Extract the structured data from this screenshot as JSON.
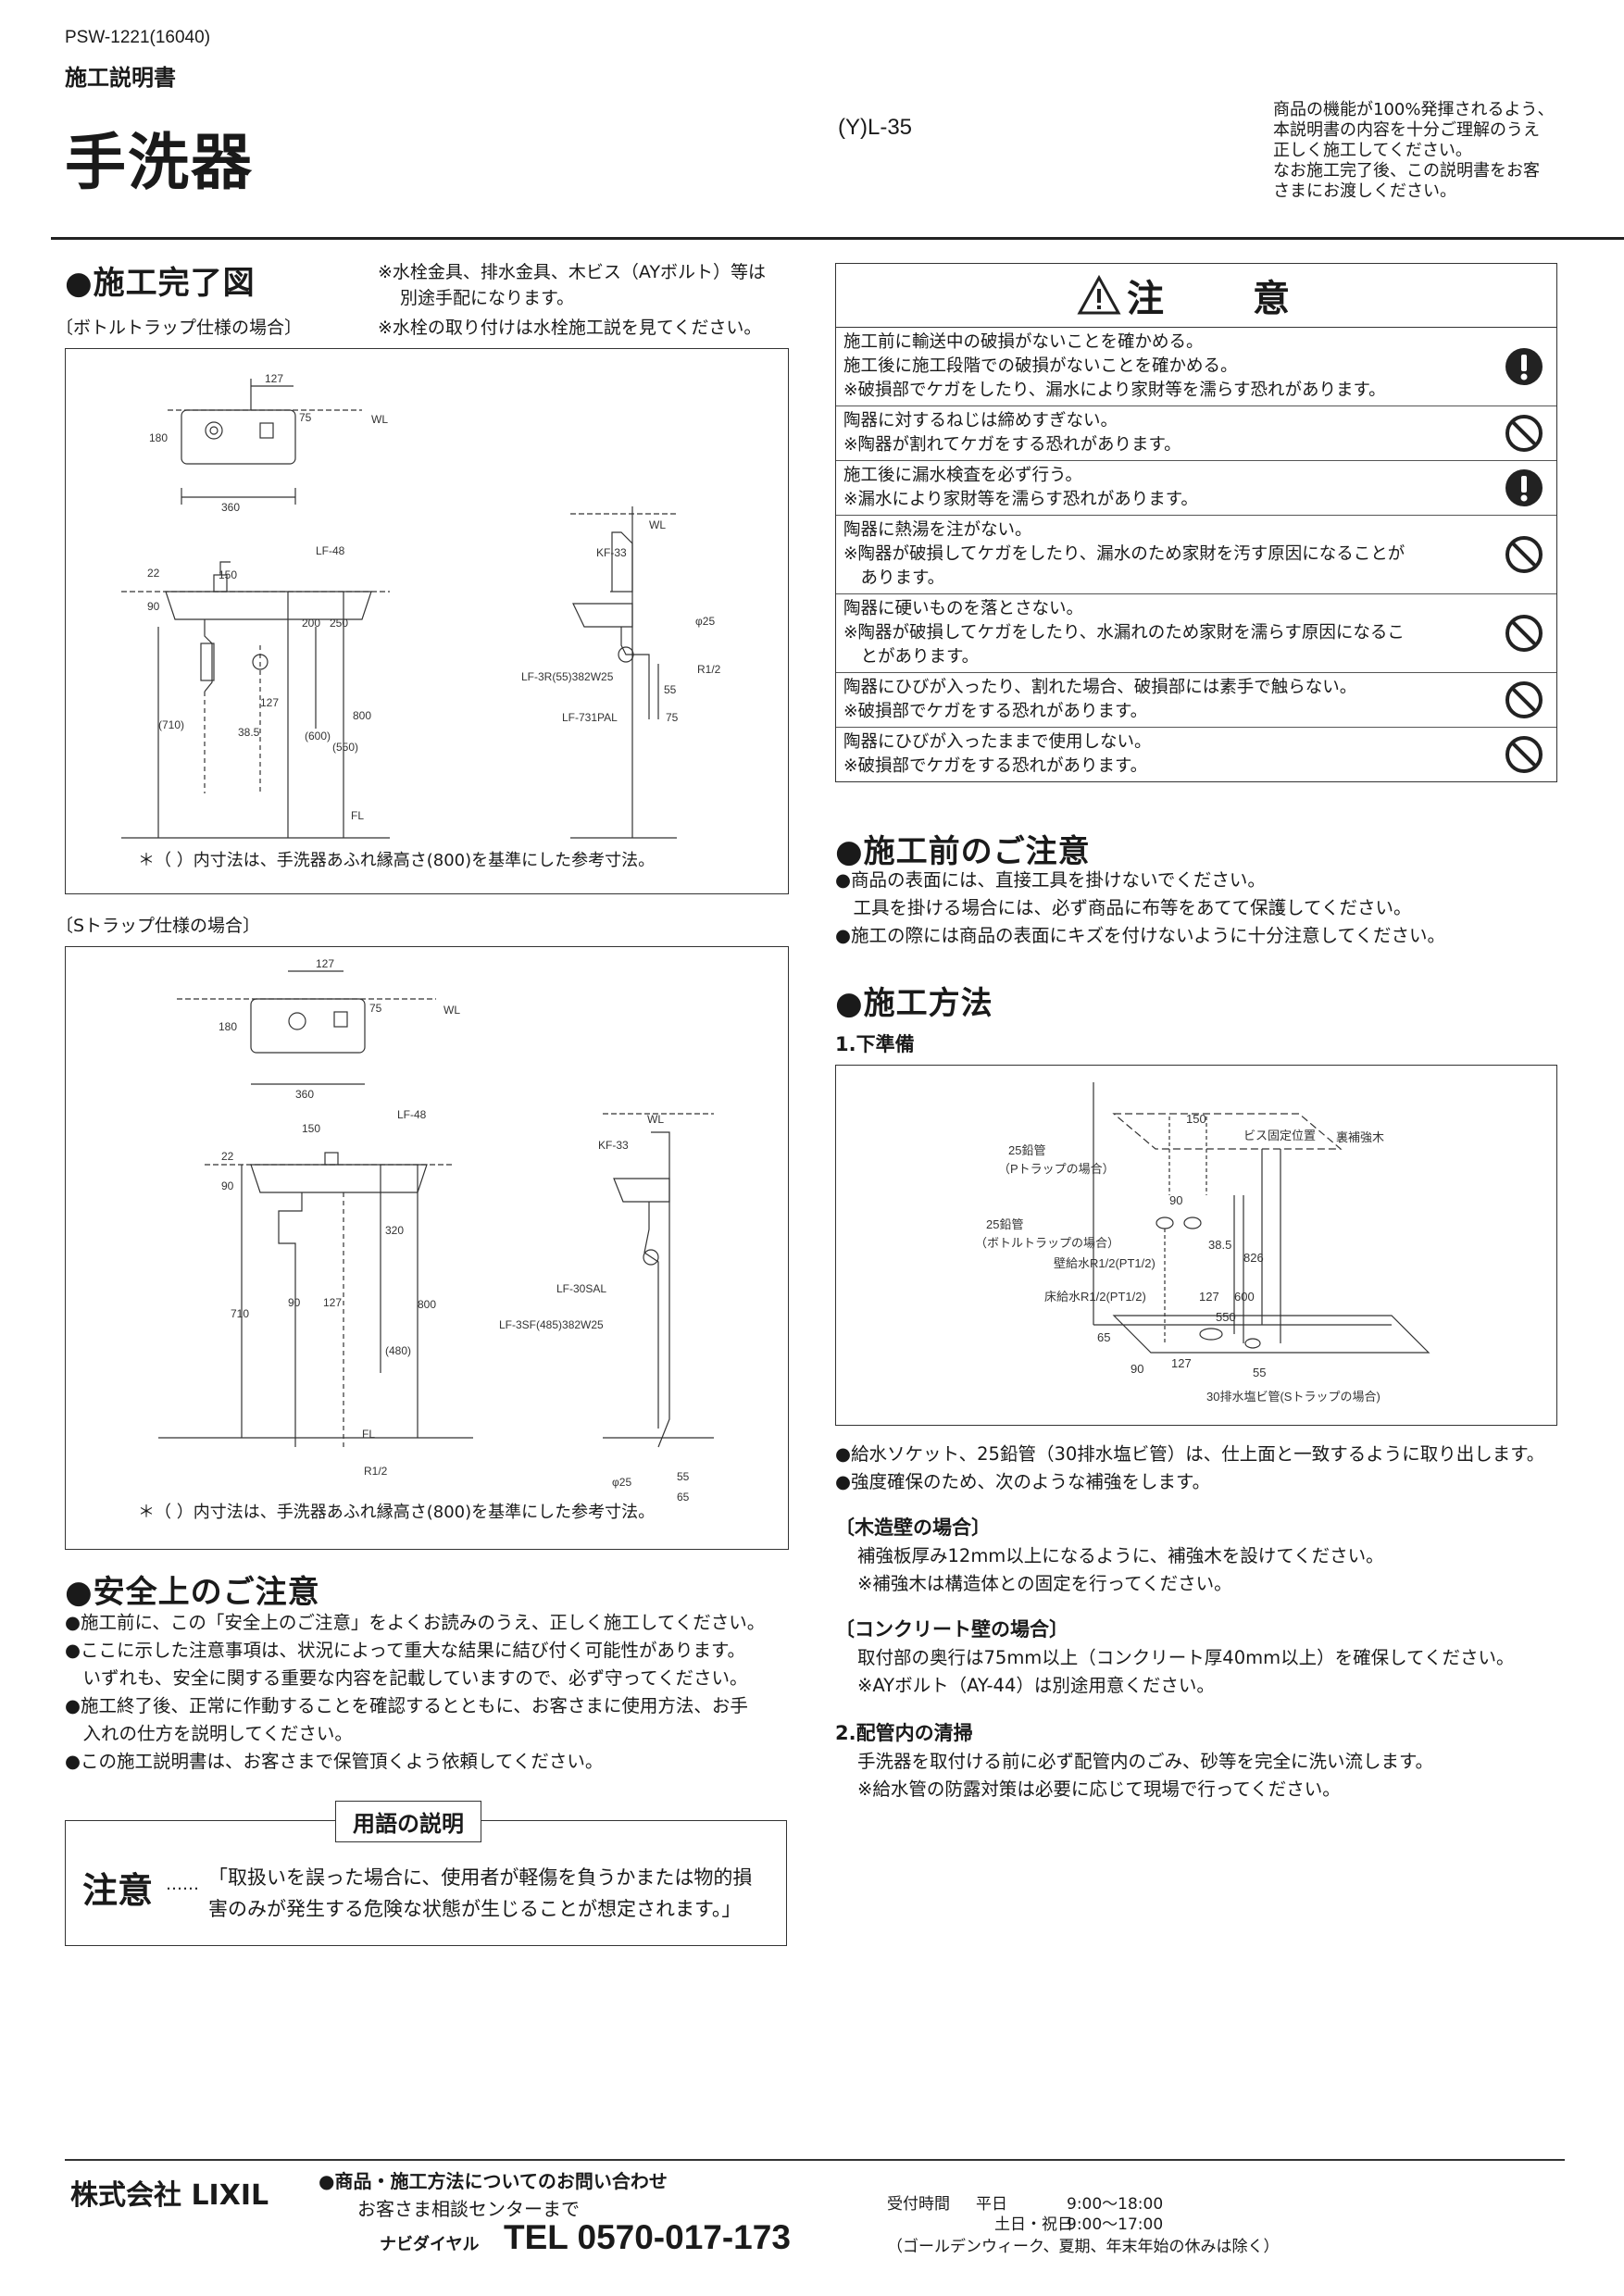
{
  "header": {
    "doc_number": "PSW-1221(16040)",
    "doc_type": "施工説明書",
    "title": "手洗器",
    "model": "(Y)L-35",
    "intro_lines": [
      "商品の機能が100%発揮されるよう、",
      "本説明書の内容を十分ご理解のうえ",
      "正しく施工してください。",
      "なお施工完了後、この説明書をお客",
      "さまにお渡しください。"
    ]
  },
  "completion": {
    "title": "●施工完了図",
    "note1": "※水栓金具、排水金具、木ビス（AYボルト）等は",
    "note1b": "別途手配になります。",
    "note2": "※水栓の取り付けは水栓施工説を見てください。",
    "case1_label": "〔ボトルトラップ仕様の場合〕",
    "case2_label": "〔Sトラップ仕様の場合〕",
    "fig_caption": "＊（ ）内寸法は、手洗器あふれ縁高さ(800)を基準にした参考寸法。",
    "fig1": {
      "dims": [
        "127",
        "75",
        "180",
        "WL",
        "360",
        "LF-48",
        "150",
        "22",
        "90",
        "200",
        "250",
        "800",
        "(710)",
        "127",
        "38.5",
        "(600)",
        "(550)",
        "FL",
        "WL",
        "KF-33",
        "φ25",
        "R1/2",
        "LF-3R(55)382W25",
        "55",
        "75",
        "LF-731PAL"
      ]
    },
    "fig2": {
      "dims": [
        "127",
        "75",
        "180",
        "WL",
        "360",
        "LF-48",
        "150",
        "22",
        "90",
        "320",
        "800",
        "710",
        "90",
        "127",
        "(480)",
        "R1/2",
        "FL",
        "WL",
        "KF-33",
        "LF-30SAL",
        "LF-3SF(485)382W25",
        "φ25",
        "55",
        "65"
      ]
    }
  },
  "caution": {
    "title": "注　意",
    "rows": [
      {
        "lines": [
          "施工前に輸送中の破損がないことを確かめる。",
          "施工後に施工段階での破損がないことを確かめる。",
          "※破損部でケガをしたり、漏水により家財等を濡らす恐れがあります。"
        ],
        "icon": "mandatory-icon"
      },
      {
        "lines": [
          "陶器に対するねじは締めすぎない。",
          "※陶器が割れてケガをする恐れがあります。"
        ],
        "icon": "prohibited-icon"
      },
      {
        "lines": [
          "施工後に漏水検査を必ず行う。",
          "※漏水により家財等を濡らす恐れがあります。"
        ],
        "icon": "mandatory-icon"
      },
      {
        "lines": [
          "陶器に熱湯を注がない。",
          "※陶器が破損してケガをしたり、漏水のため家財を汚す原因になることが",
          "　あります。"
        ],
        "icon": "prohibited-icon"
      },
      {
        "lines": [
          "陶器に硬いものを落とさない。",
          "※陶器が破損してケガをしたり、水漏れのため家財を濡らす原因になるこ",
          "　とがあります。"
        ],
        "icon": "prohibited-icon"
      },
      {
        "lines": [
          "陶器にひびが入ったり、割れた場合、破損部には素手で触らない。",
          "※破損部でケガをする恐れがあります。"
        ],
        "icon": "prohibited-icon"
      },
      {
        "lines": [
          "陶器にひびが入ったままで使用しない。",
          "※破損部でケガをする恐れがあります。"
        ],
        "icon": "prohibited-icon"
      }
    ]
  },
  "before": {
    "title": "●施工前のご注意",
    "lines": [
      "●商品の表面には、直接工具を掛けないでください。",
      "　工具を掛ける場合には、必ず商品に布等をあてて保護してください。",
      "●施工の際には商品の表面にキズを付けないように十分注意してください。"
    ]
  },
  "method": {
    "title": "●施工方法",
    "step1": "1.下準備",
    "fig3": {
      "labels": [
        "150",
        "ビス固定位置",
        "裏補強木",
        "25鉛管",
        "（Pトラップの場合）",
        "90",
        "25鉛管",
        "（ボトルトラップの場合）",
        "38.5",
        "826",
        "壁給水R1/2(PT1/2)",
        "127",
        "600",
        "床給水R1/2(PT1/2)",
        "550",
        "65",
        "90",
        "127",
        "55",
        "30排水塩ビ管(Sトラップの場合)"
      ]
    },
    "after_fig": [
      "●給水ソケット、25鉛管（30排水塩ビ管）は、仕上面と一致するように取り出します。",
      "●強度確保のため、次のような補強をします。"
    ],
    "wood_title": "〔木造壁の場合〕",
    "wood_lines": [
      "補強板厚み12mm以上になるように、補強木を設けてください。",
      "※補強木は構造体との固定を行ってください。"
    ],
    "concrete_title": "〔コンクリート壁の場合〕",
    "concrete_lines": [
      "取付部の奥行は75mm以上（コンクリート厚40mm以上）を確保してください。",
      "※AYボルト（AY-44）は別途用意ください。"
    ],
    "step2": "2.配管内の清掃",
    "step2_lines": [
      "手洗器を取付ける前に必ず配管内のごみ、砂等を完全に洗い流します。",
      "※給水管の防露対策は必要に応じて現場で行ってください。"
    ]
  },
  "safety": {
    "title": "●安全上のご注意",
    "lines": [
      "●施工前に、この「安全上のご注意」をよくお読みのうえ、正しく施工してください。",
      "●ここに示した注意事項は、状況によって重大な結果に結び付く可能性があります。",
      "　いずれも、安全に関する重要な内容を記載していますので、必ず守ってください。",
      "●施工終了後、正常に作動することを確認するとともに、お客さまに使用方法、お手",
      "　入れの仕方を説明してください。",
      "●この施工説明書は、お客さまで保管頂くよう依頼してください。"
    ]
  },
  "glossary": {
    "label": "用語の説明",
    "term": "注意",
    "dots": "……",
    "def1": "「取扱いを誤った場合に、使用者が軽傷を負うかまたは物的損",
    "def2": "害のみが発生する危険な状態が生じることが想定されます。」"
  },
  "footer": {
    "company": "株式会社 LIXIL",
    "contact_title": "●商品・施工方法についてのお問い合わせ",
    "center": "お客さま相談センターまで",
    "navi": "ナビダイヤル",
    "tel": "TEL 0570-017-173",
    "hours_label": "受付時間",
    "weekday": "平日",
    "weekday_time": "9:00～18:00",
    "weekend": "土日・祝日",
    "weekend_time": "9:00～17:00",
    "holiday_note": "（ゴールデンウィーク、夏期、年末年始の休みは除く）"
  }
}
